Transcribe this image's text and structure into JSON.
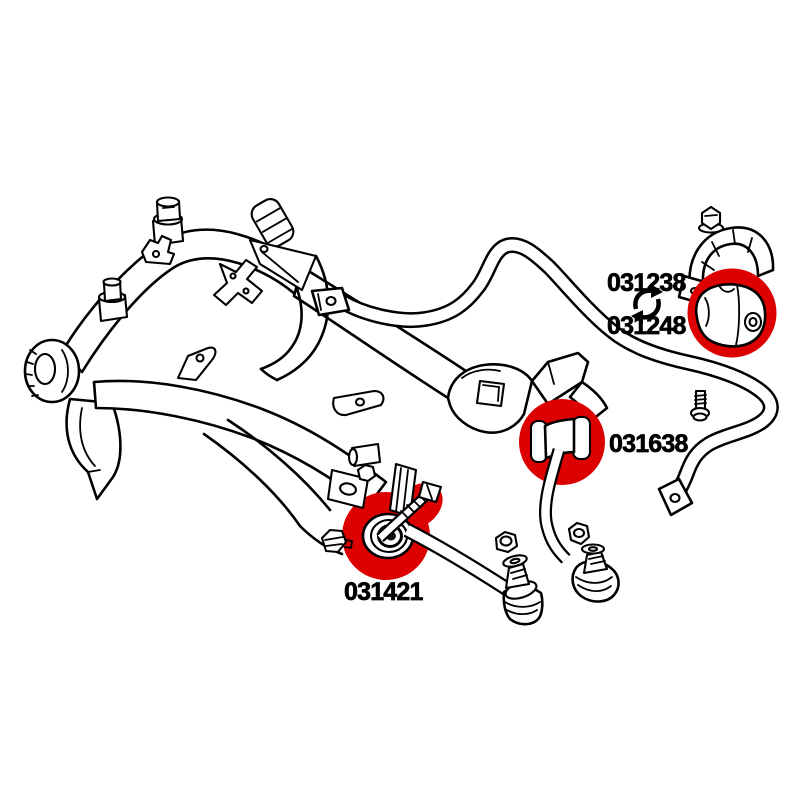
{
  "diagram": {
    "description": "Front suspension subframe parts diagram with highlighted bushings",
    "background_color": "#ffffff",
    "line_color": "#000000",
    "highlight_color": "#dd0000",
    "labels": {
      "stabilizer_bushing_option_a": "031238",
      "stabilizer_bushing_option_b": "031248",
      "stabilizer_link_bushing": "031638",
      "control_arm_bushing": "031421"
    },
    "icons": {
      "interchange": "interchange-arrows-icon"
    }
  }
}
